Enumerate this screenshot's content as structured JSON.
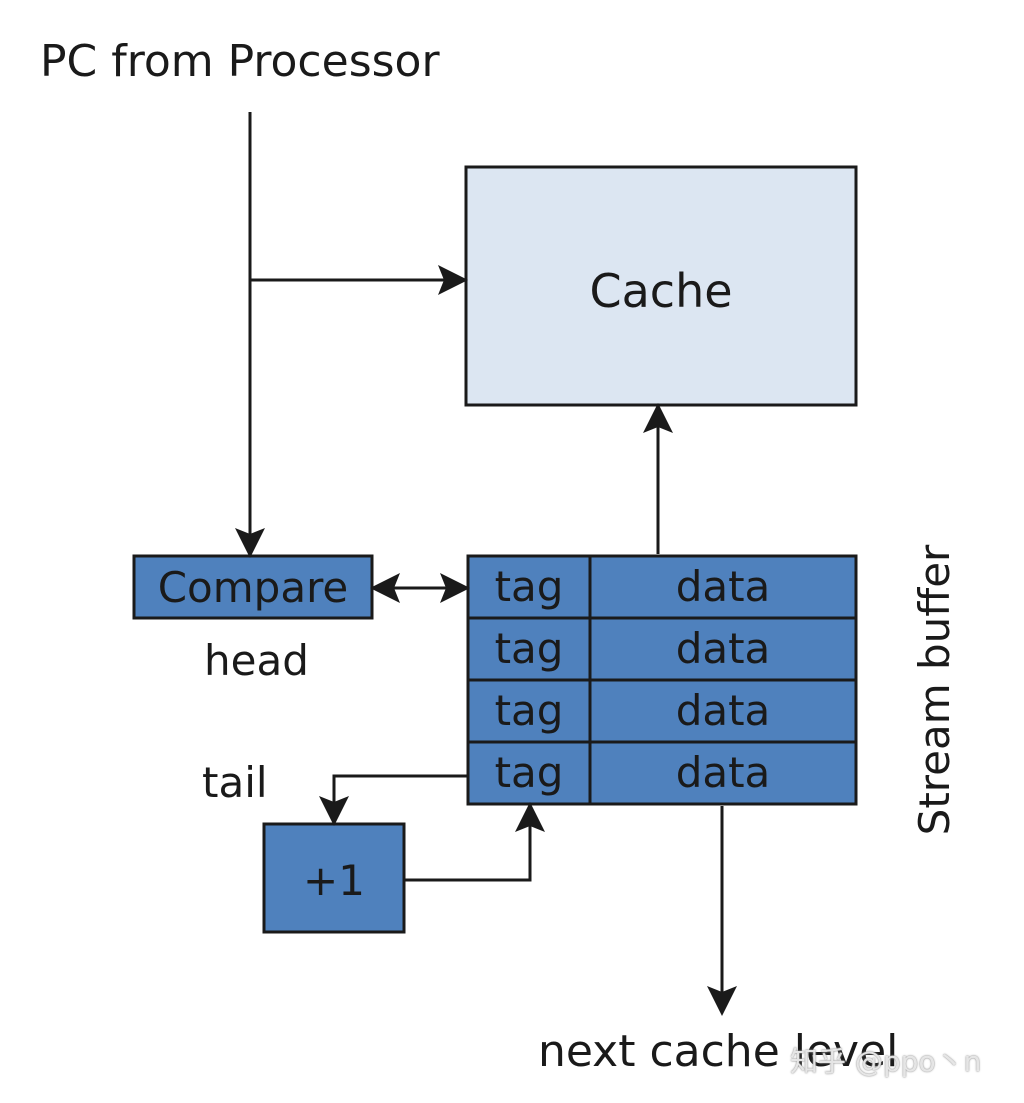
{
  "title": "PC from Processor",
  "cache": {
    "label": "Cache"
  },
  "compare": {
    "label": "Compare"
  },
  "pointers": {
    "head": "head",
    "tail": "tail"
  },
  "incrementer": {
    "label": "+1"
  },
  "stream_buffer": {
    "label": "Stream buffer",
    "rows": [
      {
        "tag": "tag",
        "data": "data"
      },
      {
        "tag": "tag",
        "data": "data"
      },
      {
        "tag": "tag",
        "data": "data"
      },
      {
        "tag": "tag",
        "data": "data"
      }
    ]
  },
  "output": {
    "label": "next cache level"
  },
  "watermark": "知乎 @ppo丶n",
  "colors": {
    "cache_fill": "#dce6f2",
    "buffer_fill": "#4f81bd",
    "stroke": "#1a1a1a"
  }
}
